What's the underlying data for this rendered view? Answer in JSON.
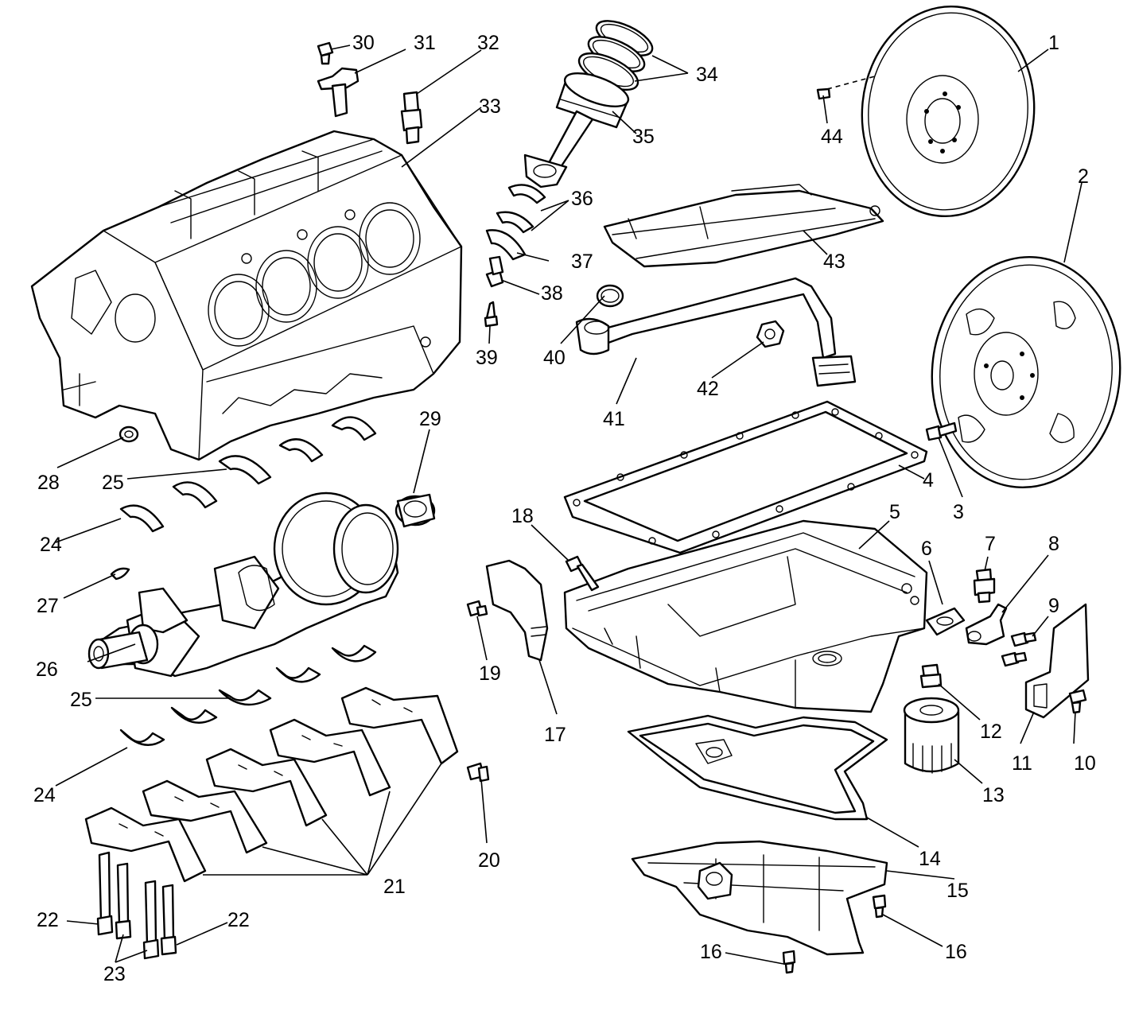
{
  "callouts": {
    "c1": "1",
    "c2": "2",
    "c3": "3",
    "c4": "4",
    "c5": "5",
    "c6": "6",
    "c7": "7",
    "c8": "8",
    "c9": "9",
    "c10": "10",
    "c11": "11",
    "c12": "12",
    "c13": "13",
    "c14": "14",
    "c15": "15",
    "c16a": "16",
    "c16b": "16",
    "c17": "17",
    "c18": "18",
    "c19": "19",
    "c20": "20",
    "c21": "21",
    "c22a": "22",
    "c22b": "22",
    "c23": "23",
    "c24a": "24",
    "c24b": "24",
    "c25a": "25",
    "c25b": "25",
    "c26": "26",
    "c27": "27",
    "c28": "28",
    "c29": "29",
    "c30": "30",
    "c31": "31",
    "c32": "32",
    "c33": "33",
    "c34": "34",
    "c35": "35",
    "c36": "36",
    "c37": "37",
    "c38": "38",
    "c39": "39",
    "c40": "40",
    "c41": "41",
    "c42": "42",
    "c43": "43",
    "c44": "44"
  },
  "colors": {
    "line": "#000000",
    "background": "#ffffff"
  }
}
